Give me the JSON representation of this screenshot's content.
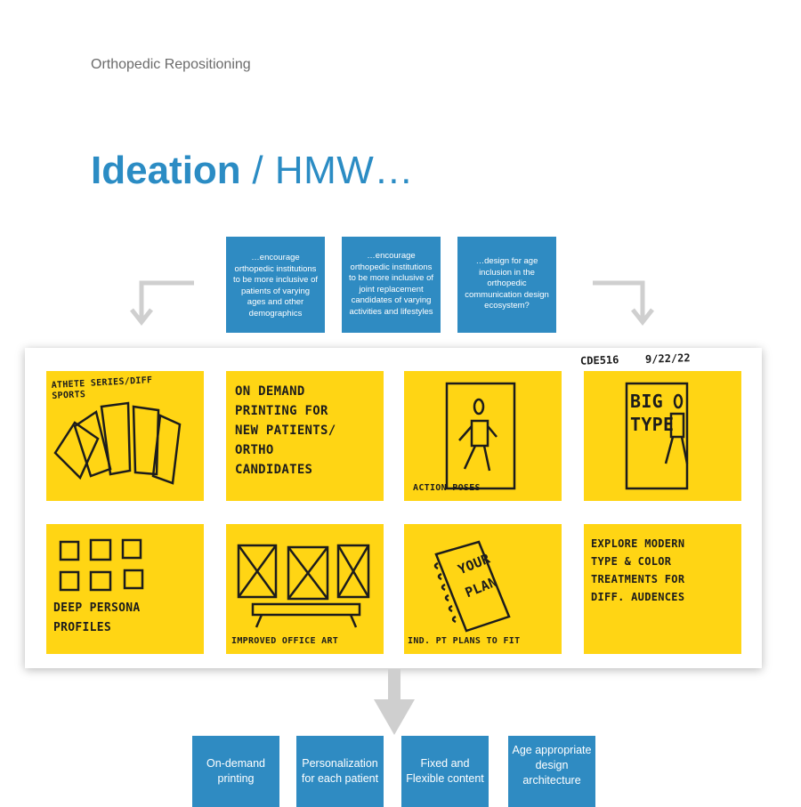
{
  "page": {
    "project_title": "Orthopedic Repositioning",
    "heading_bold": "Ideation",
    "heading_light": " / HMW…"
  },
  "hmw": [
    "…encourage orthopedic institutions to be more inclusive of patients of varying ages and other demographics",
    "…encourage orthopedic institutions to be more inclusive of joint replacement candidates of varying activities and lifestyles",
    "…design for age inclusion in the orthopedic communication design ecosystem?"
  ],
  "board": {
    "course_label": "CDE516",
    "date_label": "9/22/22",
    "notes": [
      {
        "text": "Athete series/diff\nsports"
      },
      {
        "text": "On demand\nprinting for\nnew patients/\northo\ncandidates"
      },
      {
        "text": "Action poses",
        "sketch_text": ""
      },
      {
        "text": "",
        "sketch_text_1": "BIG",
        "sketch_text_2": "TYPE"
      },
      {
        "text": "Deep persona\nprofiles"
      },
      {
        "text": "Improved office art"
      },
      {
        "text": "Ind. PT plans to fit",
        "sketch_text_1": "YOUR",
        "sketch_text_2": "PLAN"
      },
      {
        "text": "Explore modern\ntype & color\ntreatments for\ndiff. audences"
      }
    ]
  },
  "outcomes": [
    "On-demand printing",
    "Personalization for each patient",
    "Fixed and Flexible content",
    "Age appropriate design architecture"
  ],
  "colors": {
    "accent_blue": "#2f8bc2",
    "heading_blue": "#2b8cc4",
    "sticky_yellow": "#ffd514",
    "arrow_gray": "#cfcfcf"
  }
}
